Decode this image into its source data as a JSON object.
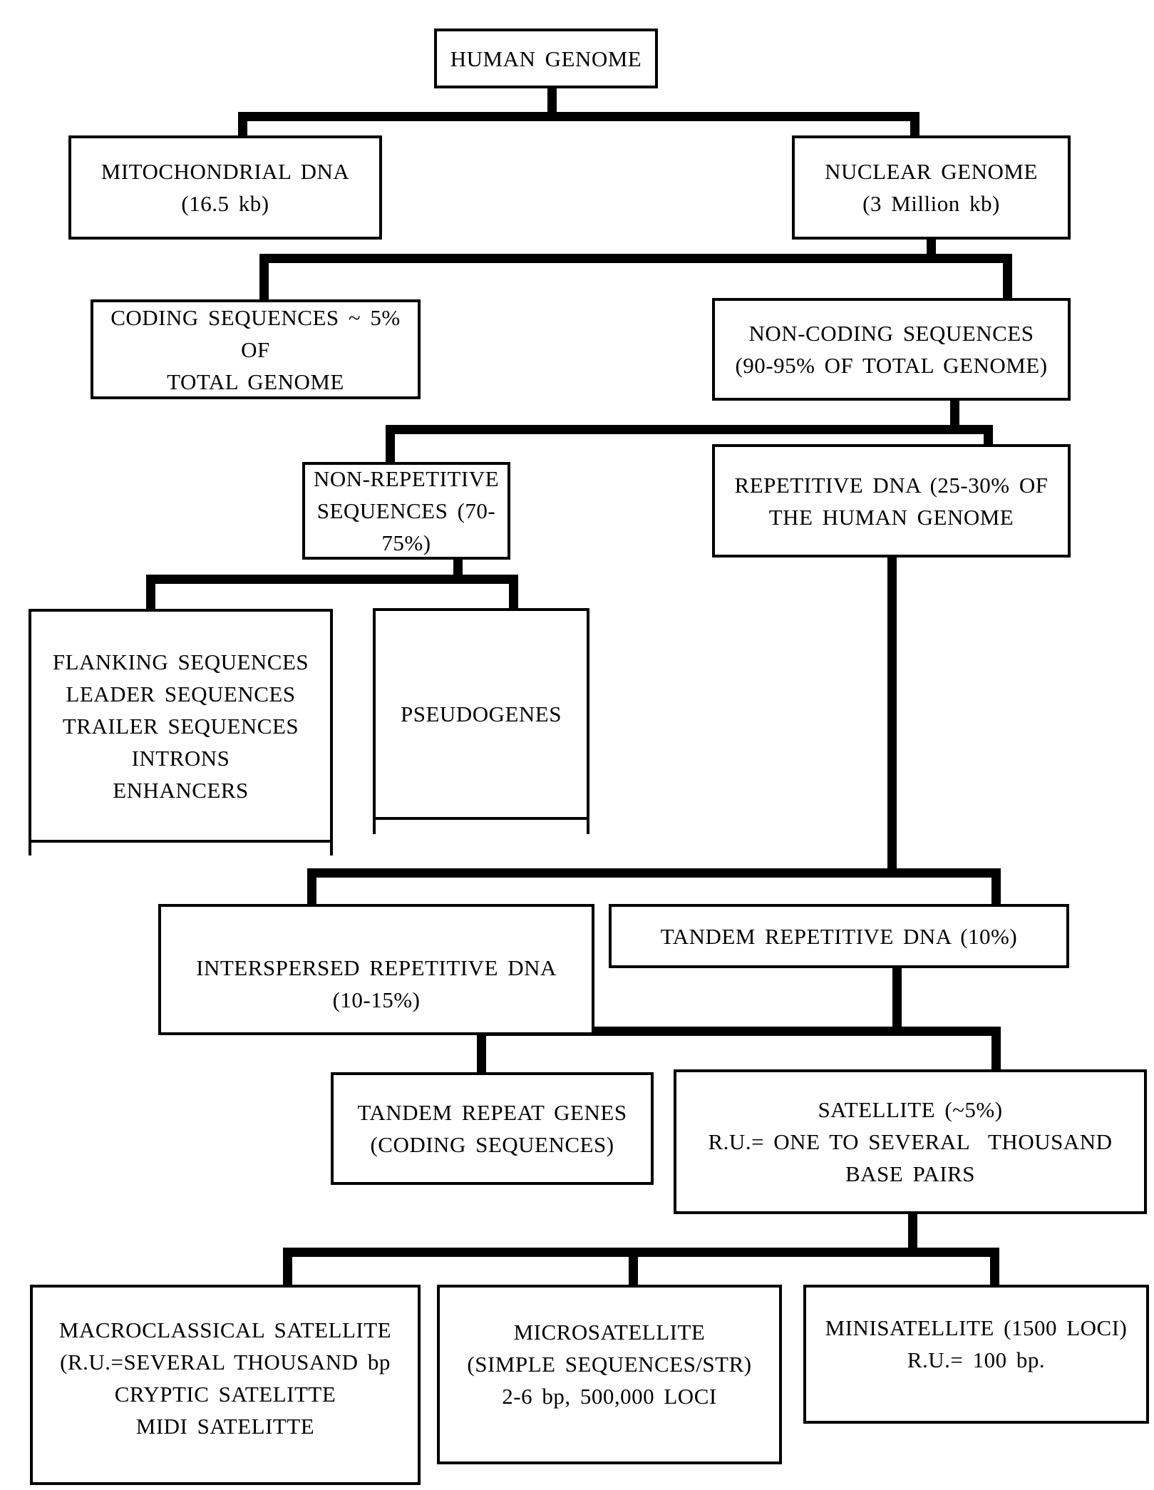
{
  "diagram_title": "HUMAN GENOME",
  "colors": {
    "ink": "#000000",
    "background": "#ffffff"
  },
  "nodes": {
    "human_genome": {
      "lines": [
        "HUMAN GENOME"
      ]
    },
    "mitochondrial_dna": {
      "lines": [
        "MITOCHONDRIAL DNA",
        "(16.5 kb)"
      ]
    },
    "nuclear_genome": {
      "lines": [
        "NUCLEAR GENOME",
        "(3 Million kb)"
      ]
    },
    "coding_sequences": {
      "lines": [
        "CODING SEQUENCES ~ 5% OF",
        "TOTAL GENOME"
      ]
    },
    "non_coding_sequences": {
      "lines": [
        "NON-CODING SEQUENCES",
        "(90-95% OF TOTAL GENOME)"
      ]
    },
    "non_repetitive": {
      "lines": [
        "NON-REPETITIVE",
        "SEQUENCES (70-75%)"
      ]
    },
    "repetitive_dna": {
      "lines": [
        "REPETITIVE DNA (25-30% OF",
        "THE HUMAN GENOME"
      ]
    },
    "flanking_group": {
      "lines": [
        "FLANKING SEQUENCES",
        "LEADER SEQUENCES",
        "TRAILER SEQUENCES",
        "INTRONS",
        "ENHANCERS"
      ]
    },
    "pseudogenes": {
      "lines": [
        "PSEUDOGENES"
      ]
    },
    "interspersed": {
      "lines": [
        "INTERSPERSED REPETITIVE DNA",
        "(10-15%)"
      ]
    },
    "tandem_repetitive": {
      "lines": [
        "TANDEM REPETITIVE DNA (10%)"
      ]
    },
    "tandem_repeat_genes": {
      "lines": [
        "TANDEM REPEAT GENES",
        "(CODING SEQUENCES)"
      ]
    },
    "satellite": {
      "lines": [
        "SATELLITE (~5%)",
        "R.U.= ONE TO SEVERAL  THOUSAND",
        "BASE PAIRS"
      ]
    },
    "macroclassical": {
      "lines": [
        "MACROCLASSICAL SATELLITE",
        "(R.U.=SEVERAL THOUSAND bp",
        "CRYPTIC SATELITTE",
        "MIDI SATELITTE"
      ]
    },
    "microsatellite": {
      "lines": [
        "MICROSATELLITE",
        "(SIMPLE SEQUENCES/STR)",
        "2-6 bp, 500,000 LOCI"
      ]
    },
    "minisatellite": {
      "lines": [
        "MINISATELLITE (1500 LOCI)",
        "R.U.= 100 bp."
      ]
    }
  }
}
